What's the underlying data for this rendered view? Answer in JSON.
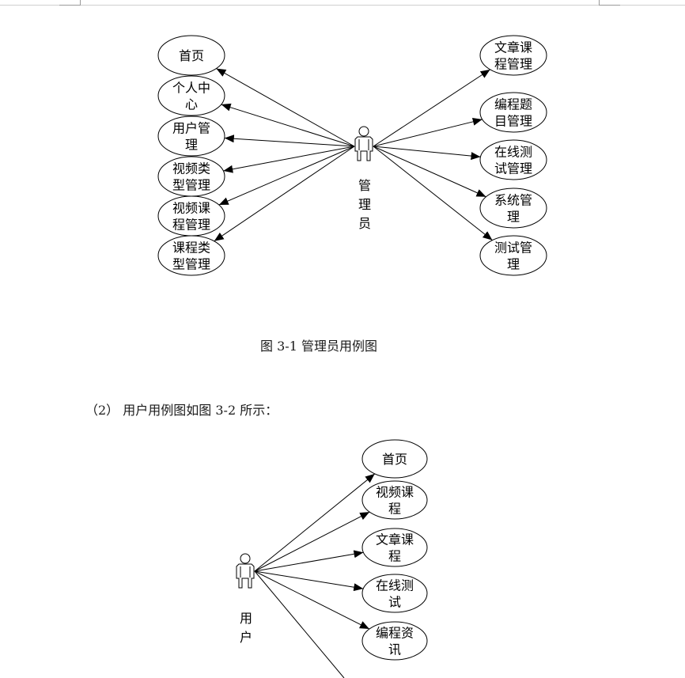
{
  "diagram1": {
    "actor": {
      "label": [
        "管",
        "理",
        "员"
      ]
    },
    "use_cases_left": [
      {
        "lines": [
          "首页"
        ]
      },
      {
        "lines": [
          "个人中",
          "心"
        ]
      },
      {
        "lines": [
          "用户管",
          "理"
        ]
      },
      {
        "lines": [
          "视频类",
          "型管理"
        ]
      },
      {
        "lines": [
          "视频课",
          "程管理"
        ]
      },
      {
        "lines": [
          "课程类",
          "型管理"
        ]
      }
    ],
    "use_cases_right": [
      {
        "lines": [
          "文章课",
          "程管理"
        ]
      },
      {
        "lines": [
          "编程题",
          "目管理"
        ]
      },
      {
        "lines": [
          "在线测",
          "试管理"
        ]
      },
      {
        "lines": [
          "系统管",
          "理"
        ]
      },
      {
        "lines": [
          "测试管",
          "理"
        ]
      }
    ],
    "caption": "图 3-1 管理员用例图"
  },
  "section_text": "（2） 用户用例图如图 3-2 所示：",
  "diagram2": {
    "actor": {
      "label": [
        "用",
        "户"
      ]
    },
    "use_cases": [
      {
        "lines": [
          "首页"
        ]
      },
      {
        "lines": [
          "视频课",
          "程"
        ]
      },
      {
        "lines": [
          "文章课",
          "程"
        ]
      },
      {
        "lines": [
          "在线测",
          "试"
        ]
      },
      {
        "lines": [
          "编程资",
          "讯"
        ]
      }
    ]
  }
}
